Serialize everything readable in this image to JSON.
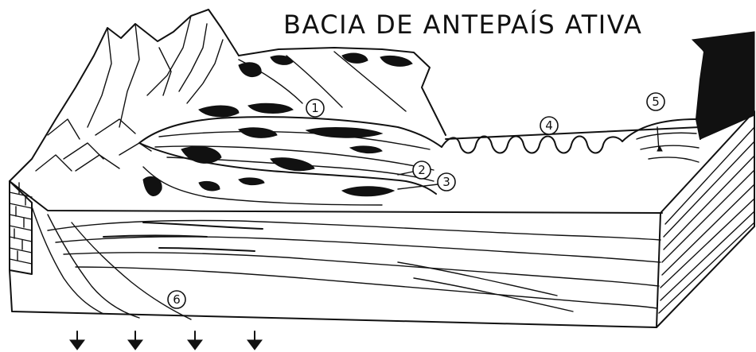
{
  "diagram": {
    "title": "BACIA DE ANTEPAÍS ATIVA",
    "labels": [
      {
        "id": "1",
        "text": "1"
      },
      {
        "id": "2",
        "text": "2"
      },
      {
        "id": "3",
        "text": "3"
      },
      {
        "id": "4",
        "text": "4"
      },
      {
        "id": "5",
        "text": "5"
      },
      {
        "id": "6",
        "text": "6"
      }
    ],
    "arrows_count": 4
  }
}
